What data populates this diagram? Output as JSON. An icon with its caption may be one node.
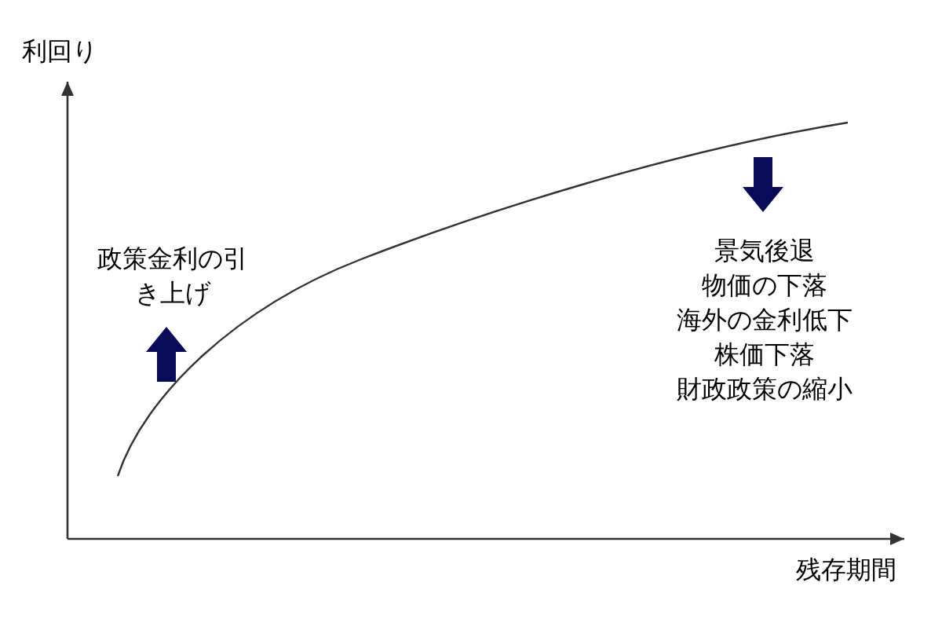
{
  "diagram": {
    "labels": [
      "利回り",
      "政策金利の引き上げ",
      "景気後退",
      "物価の下落",
      "海外の金利低下",
      "株価下落",
      "財政政策の縮小",
      "残存期間"
    ]
  }
}
